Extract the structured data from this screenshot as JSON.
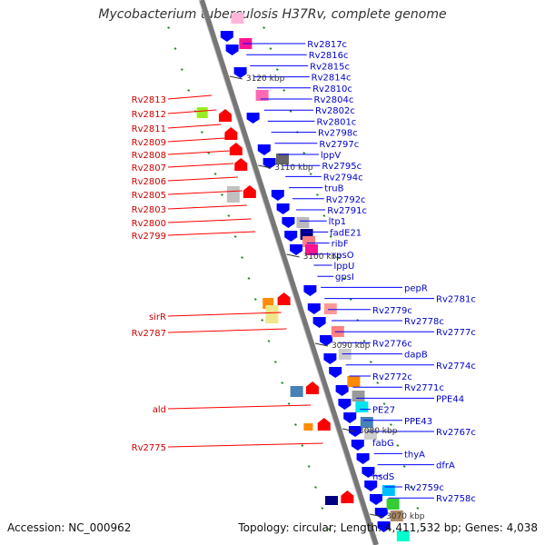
{
  "title": "Mycobacterium tuberculosis H37Rv, complete genome",
  "footer": {
    "accession": "Accession: NC_000962",
    "info": "Topology: circular; Length: 4,411,532 bp; Genes: 4,038"
  },
  "colors": {
    "forward": "#ff0000",
    "reverse": "#0000ff",
    "backbone": "#777777",
    "tick": "#228b22"
  },
  "kbp_labels": [
    "3120 kbp",
    "3110 kbp",
    "3100 kbp",
    "3090 kbp",
    "3080 kbp",
    "3070 kbp"
  ],
  "right_labels": [
    "Rv2817c",
    "Rv2816c",
    "Rv2815c",
    "Rv2814c",
    "Rv2810c",
    "Rv2804c",
    "Rv2802c",
    "Rv2801c",
    "Rv2798c",
    "Rv2797c",
    "lppV",
    "Rv2795c",
    "Rv2794c",
    "truB",
    "Rv2792c",
    "Rv2791c",
    "ltp1",
    "fadE21",
    "ribF",
    "rpsO",
    "lppU",
    "gpsI",
    "pepR",
    "Rv2781c",
    "Rv2779c",
    "Rv2778c",
    "Rv2777c",
    "Rv2776c",
    "dapB",
    "Rv2774c",
    "Rv2772c",
    "Rv2771c",
    "PPE44",
    "PE27",
    "PPE43",
    "Rv2767c",
    "fabG",
    "thyA",
    "dfrA",
    "hsdS",
    "Rv2759c",
    "Rv2758c"
  ],
  "left_labels": [
    "Rv2813",
    "Rv2812",
    "Rv2811",
    "Rv2809",
    "Rv2808",
    "Rv2807",
    "Rv2806",
    "Rv2805",
    "Rv2803",
    "Rv2800",
    "Rv2799",
    "sirR",
    "Rv2787",
    "ald",
    "Rv2775"
  ]
}
